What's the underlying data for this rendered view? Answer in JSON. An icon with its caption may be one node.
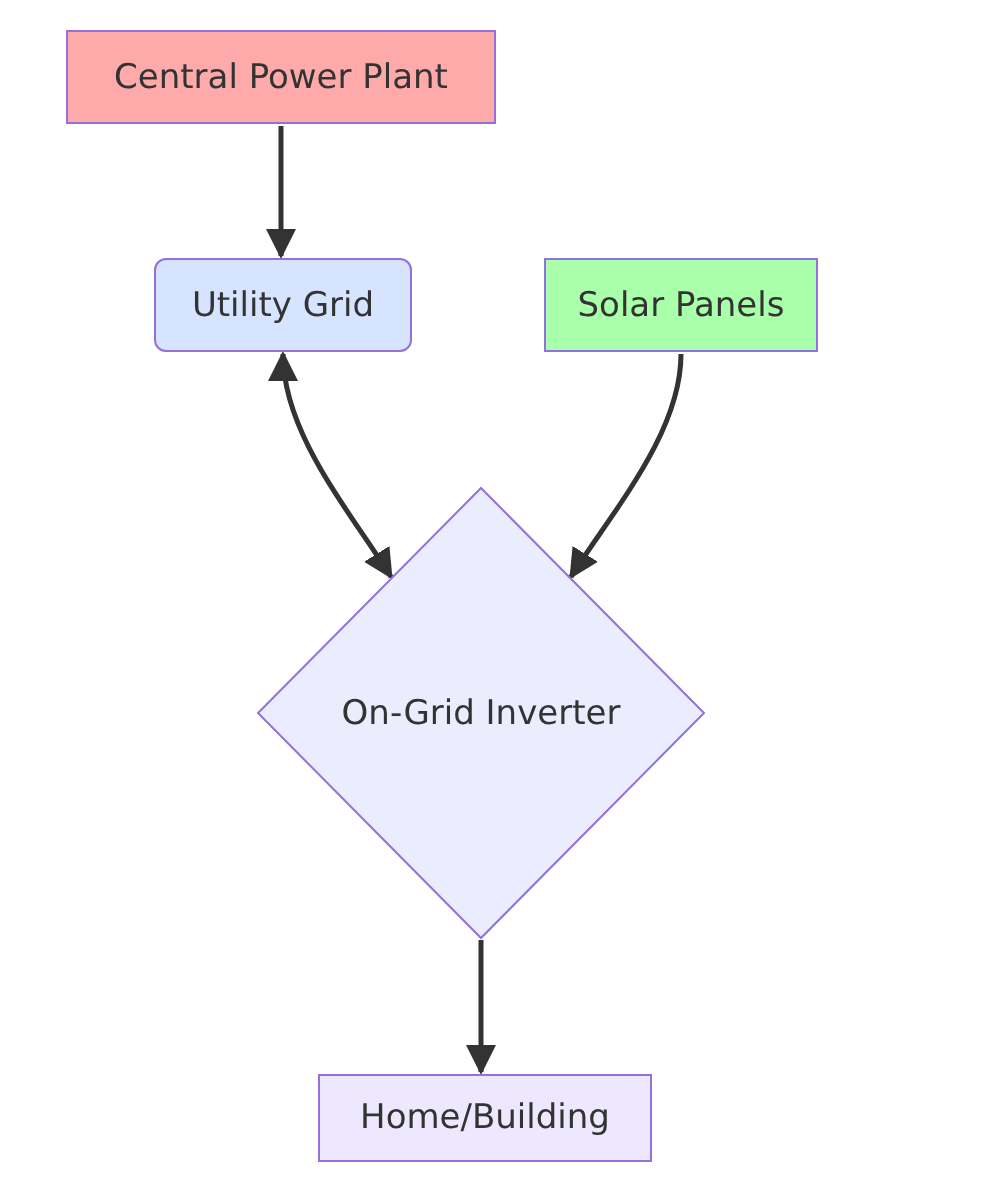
{
  "diagram": {
    "nodes": [
      {
        "text": [
          "Central Power Plant"
        ]
      },
      {
        "text": [
          "Utility Grid"
        ]
      },
      {
        "text": [
          "Solar Panels"
        ]
      },
      {
        "text": [
          "On-Grid Inverter"
        ]
      },
      {
        "text": [
          "Home/Building"
        ]
      }
    ],
    "edges": [
      {
        "from": 0,
        "to": 1,
        "arrow": "to"
      },
      {
        "from": 1,
        "to": 3,
        "arrow": "both"
      },
      {
        "from": 2,
        "to": 3,
        "arrow": "to"
      },
      {
        "from": 3,
        "to": 4,
        "arrow": "to"
      }
    ]
  }
}
